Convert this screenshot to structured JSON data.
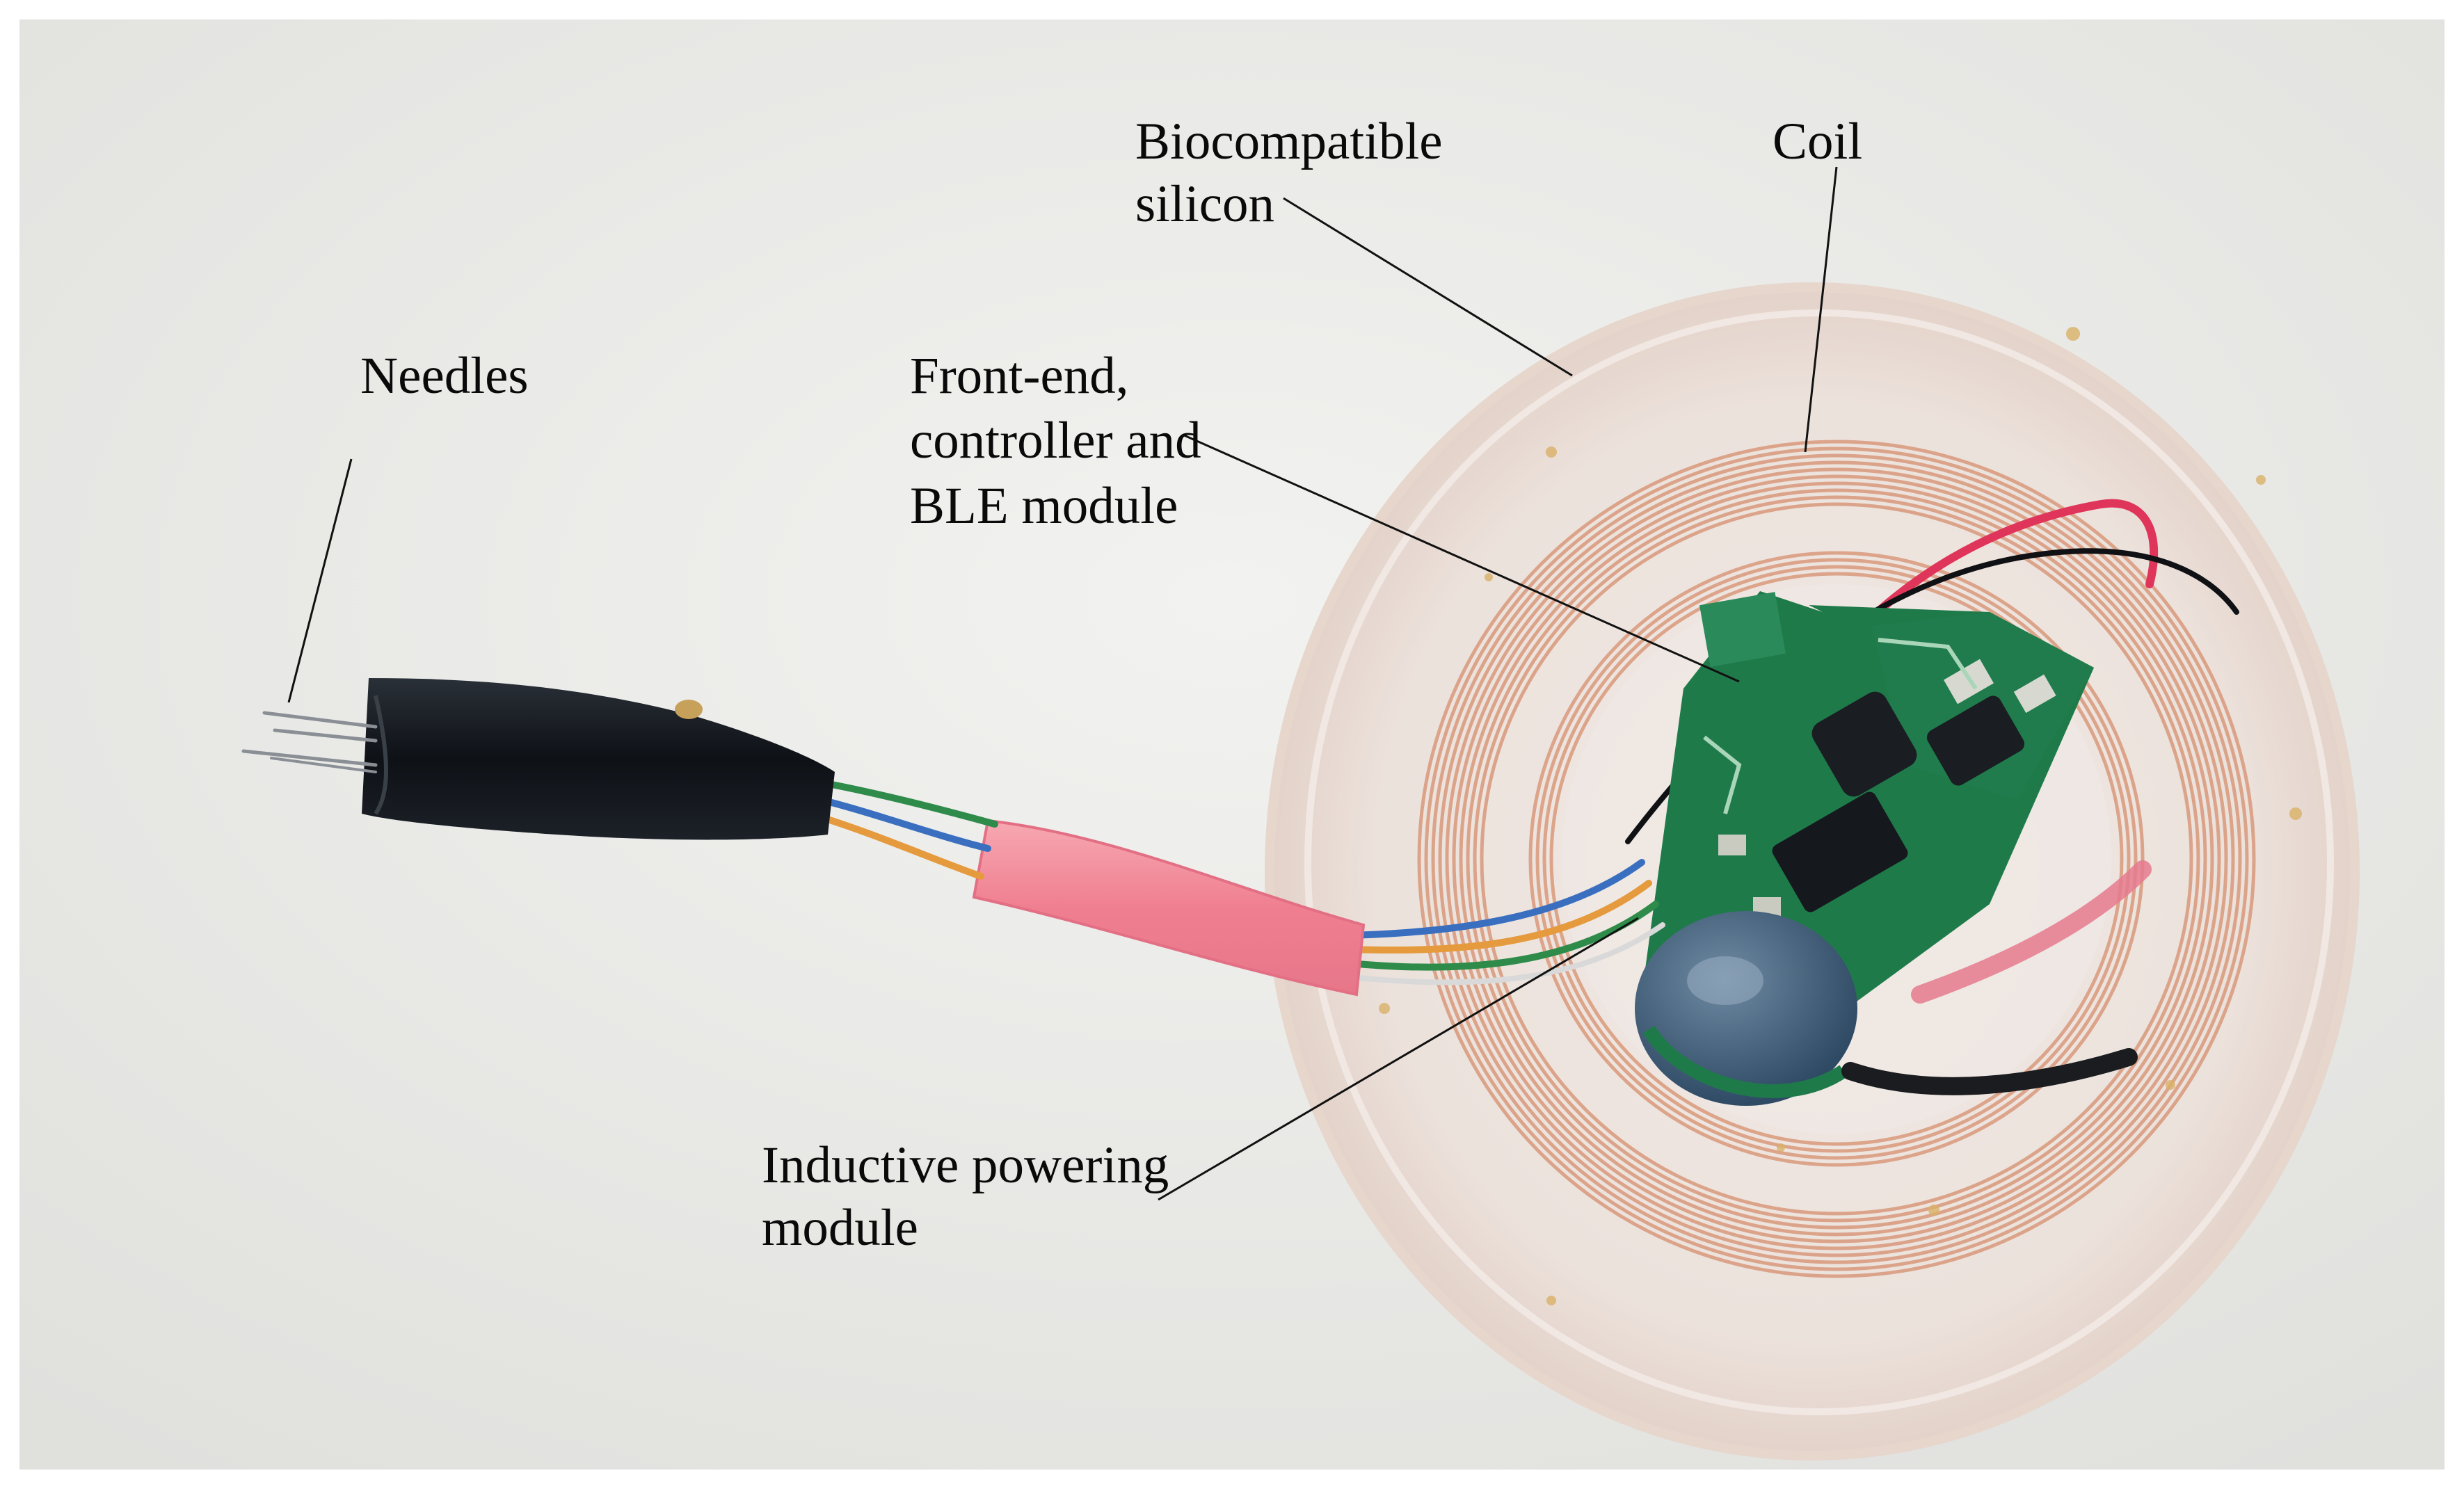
{
  "figure": {
    "labels": {
      "biocompatible_line1": "Biocompatible",
      "biocompatible_line2": "silicon",
      "coil": "Coil",
      "needles": "Needles",
      "frontend_line1": "Front-end,",
      "frontend_line2": "controller and",
      "frontend_line3": "BLE module",
      "inductive_line1": "Inductive powering",
      "inductive_line2": "module"
    },
    "colors": {
      "paper": "#eeeeec",
      "silicone": "#efe6e2",
      "coil_copper": "#d99a7c",
      "pcb_green": "#1f7a4a",
      "cable_pink": "#f08a98",
      "probe_black": "#14171c",
      "wire_red": "#e0355a",
      "inductor_blue": "#3f5d78"
    }
  }
}
